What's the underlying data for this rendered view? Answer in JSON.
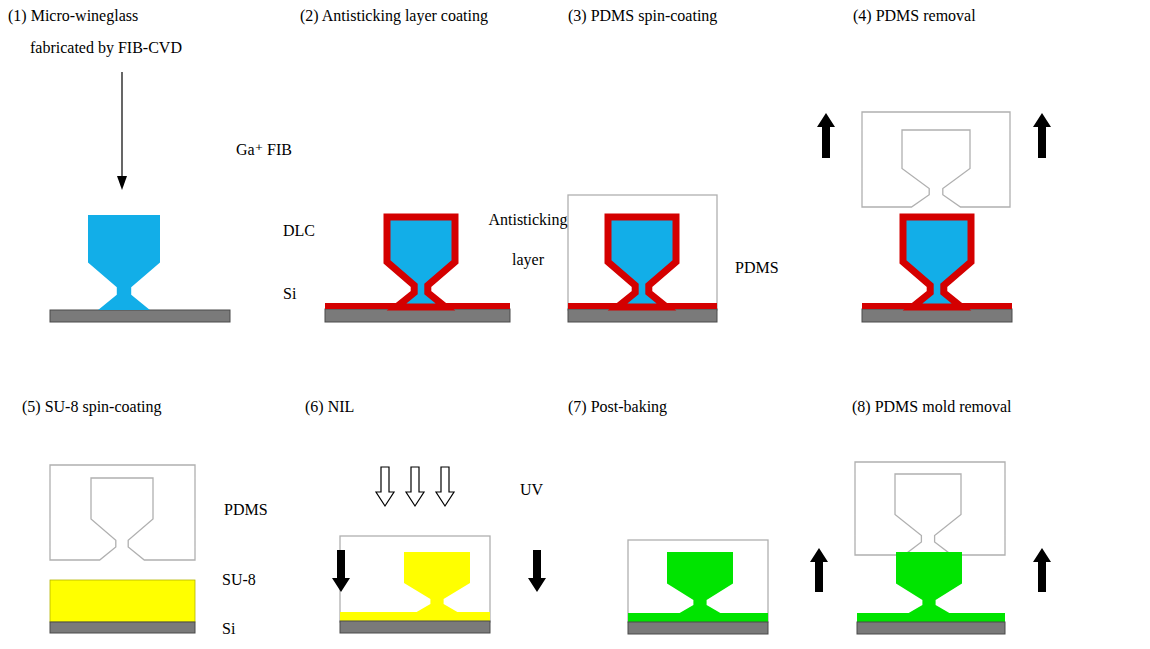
{
  "diagram": {
    "labels": [
      "(1) Micro-wineglass",
      "fabricated by FIB-CVD",
      "Ga⁺ FIB",
      "DLC",
      "Si",
      "(2) Antisticking layer coating",
      "Antisticking layer",
      "(3) PDMS spin-coating",
      "PDMS",
      "(4) PDMS removal",
      "(5) SU-8 spin-coating",
      "PDMS",
      "SU-8",
      "Si",
      "(6) NIL",
      "UV",
      "(7) Post-baking",
      "(8) PDMS mold removal"
    ]
  }
}
